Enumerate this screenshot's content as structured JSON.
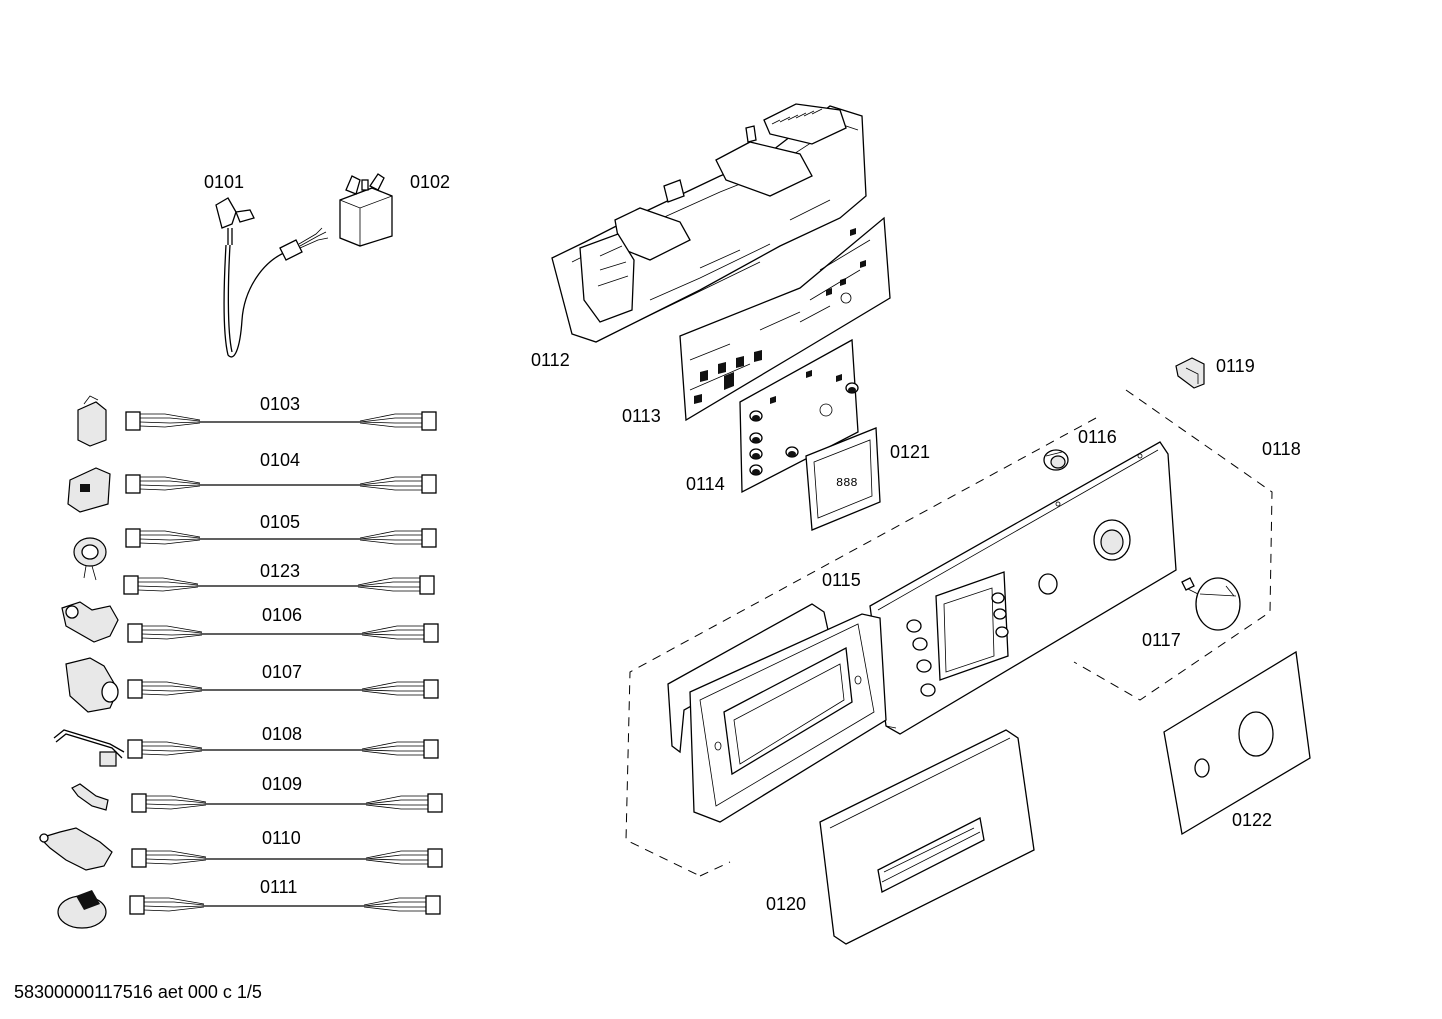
{
  "labels": {
    "p0101": "0101",
    "p0102": "0102",
    "p0103": "0103",
    "p0104": "0104",
    "p0105": "0105",
    "p0123": "0123",
    "p0106": "0106",
    "p0107": "0107",
    "p0108": "0108",
    "p0109": "0109",
    "p0110": "0110",
    "p0111": "0111",
    "p0112": "0112",
    "p0113": "0113",
    "p0114": "0114",
    "p0121": "0121",
    "p0119": "0119",
    "p0116": "0116",
    "p0118": "0118",
    "p0115": "0115",
    "p0117": "0117",
    "p0120": "0120",
    "p0122": "0122"
  },
  "footer": "58300000117516 aet 000 c 1/5"
}
